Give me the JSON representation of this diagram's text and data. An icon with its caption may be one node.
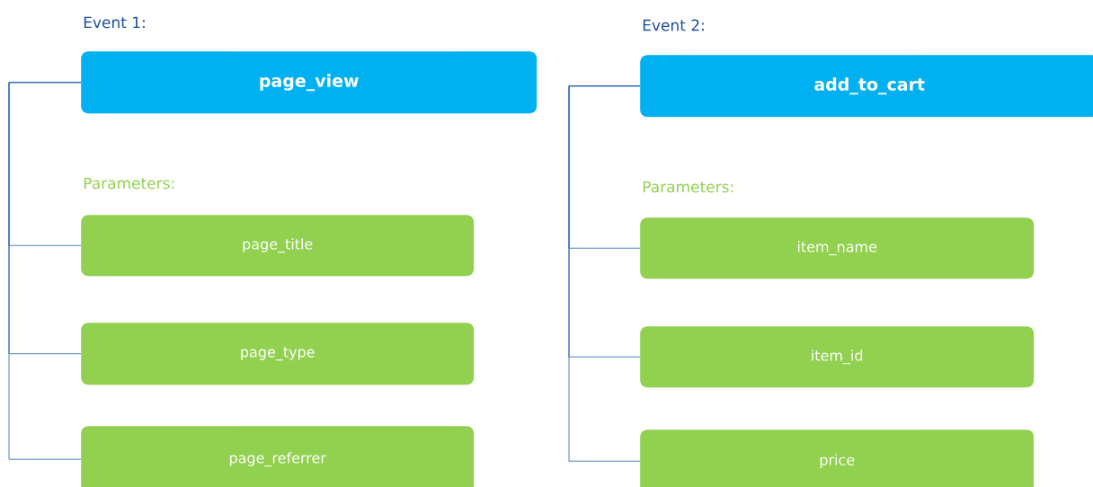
{
  "diagram": {
    "nodes": [
      {
        "text": [
          "page_view"
        ]
      },
      {
        "text": [
          "page_title"
        ]
      },
      {
        "text": [
          "page_type"
        ]
      },
      {
        "text": [
          "page_referrer"
        ]
      },
      {
        "text": [
          "add_to_cart"
        ]
      },
      {
        "text": [
          "item_name"
        ]
      },
      {
        "text": [
          "item_id"
        ]
      },
      {
        "text": [
          "price"
        ]
      }
    ],
    "edges": [
      {
        "from": 0,
        "to": 1,
        "arrow": "none"
      },
      {
        "from": 0,
        "to": 2,
        "arrow": "none"
      },
      {
        "from": 0,
        "to": 3,
        "arrow": "none"
      },
      {
        "from": 4,
        "to": 5,
        "arrow": "none"
      },
      {
        "from": 4,
        "to": 6,
        "arrow": "none"
      },
      {
        "from": 4,
        "to": 7,
        "arrow": "none"
      }
    ],
    "labels": [
      "Event 1:",
      "Parameters:",
      "Event 2:",
      "Parameters:"
    ]
  }
}
